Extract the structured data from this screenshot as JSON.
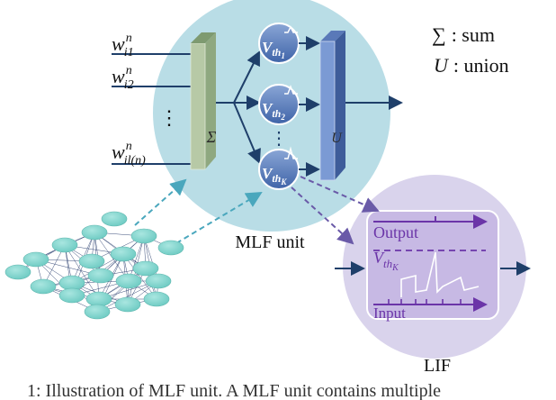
{
  "legend": {
    "sum_symbol": "∑",
    "sum_text": ": sum",
    "union_symbol": "U",
    "union_text": ": union"
  },
  "inputs": {
    "w1_base": "w",
    "w1_sup": "n",
    "w1_sub": "i1",
    "w2_base": "w",
    "w2_sup": "n",
    "w2_sub": "i2",
    "dots": "⋮",
    "wl_base": "w",
    "wl_sup": "n",
    "wl_sub": "il(n)"
  },
  "mlf": {
    "sum_panel_label": "Σ",
    "union_panel_label": "U",
    "v1_base": "V",
    "v1_sub": "th",
    "v1_subsub": "1",
    "v2_base": "V",
    "v2_sub": "th",
    "v2_subsub": "2",
    "vdots": "⋮",
    "vk_base": "V",
    "vk_sub": "th",
    "vk_subsub": "K",
    "unit_label": "MLF unit"
  },
  "lif": {
    "output_label": "Output",
    "threshold_base": "V",
    "threshold_sub": "th",
    "threshold_subsub": "K",
    "input_label": "Input",
    "caption": "LIF"
  },
  "caption_fragment": "1: Illustration of MLF unit. A MLF unit contains multiple",
  "colors": {
    "mlf_circle": "#b9dde6",
    "lif_circle": "#d9d3ec",
    "lif_box": "#c7b9e4",
    "purple": "#6b35a8",
    "node": "#7fd3cd",
    "navy": "#1f3f6a",
    "teal_dash": "#4aa7bd",
    "purple_dash": "#6a5aa8"
  }
}
